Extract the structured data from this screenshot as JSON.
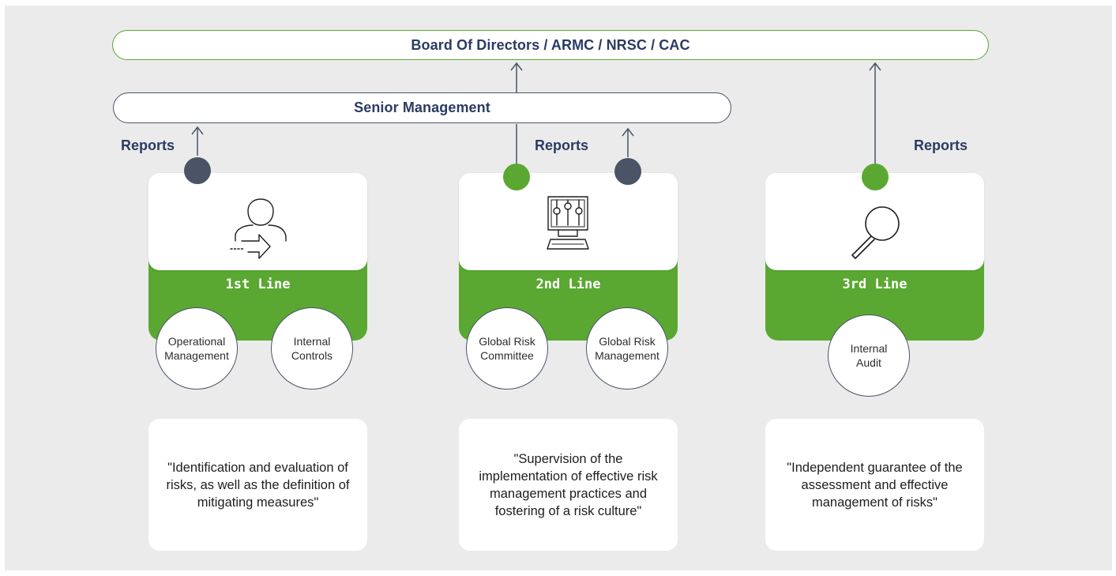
{
  "board": {
    "label": "Board Of Directors / ARMC / NRSC / CAC"
  },
  "senior": {
    "label": "Senior Management"
  },
  "reports_label": "Reports",
  "lines": [
    {
      "title": "1st Line",
      "icon": "person-arrow-icon",
      "units": [
        "Operational\nManagement",
        "Internal\nControls"
      ],
      "description": "\"Identification and evaluation of risks, as well as the definition of mitigating measures\""
    },
    {
      "title": "2nd Line",
      "icon": "control-panel-icon",
      "units": [
        "Global Risk\nCommittee",
        "Global Risk\nManagement"
      ],
      "description": "\"Supervision of the implementation of effective risk management practices and fostering of a risk culture\""
    },
    {
      "title": "3rd Line",
      "icon": "magnifier-icon",
      "units": [
        "Internal\nAudit"
      ],
      "description": "\"Independent guarantee of the assessment and effective management of risks\""
    }
  ],
  "colors": {
    "green": "#5aa832",
    "navy": "#2a3b63",
    "slate": "#4a5466",
    "background": "#ebebeb"
  }
}
